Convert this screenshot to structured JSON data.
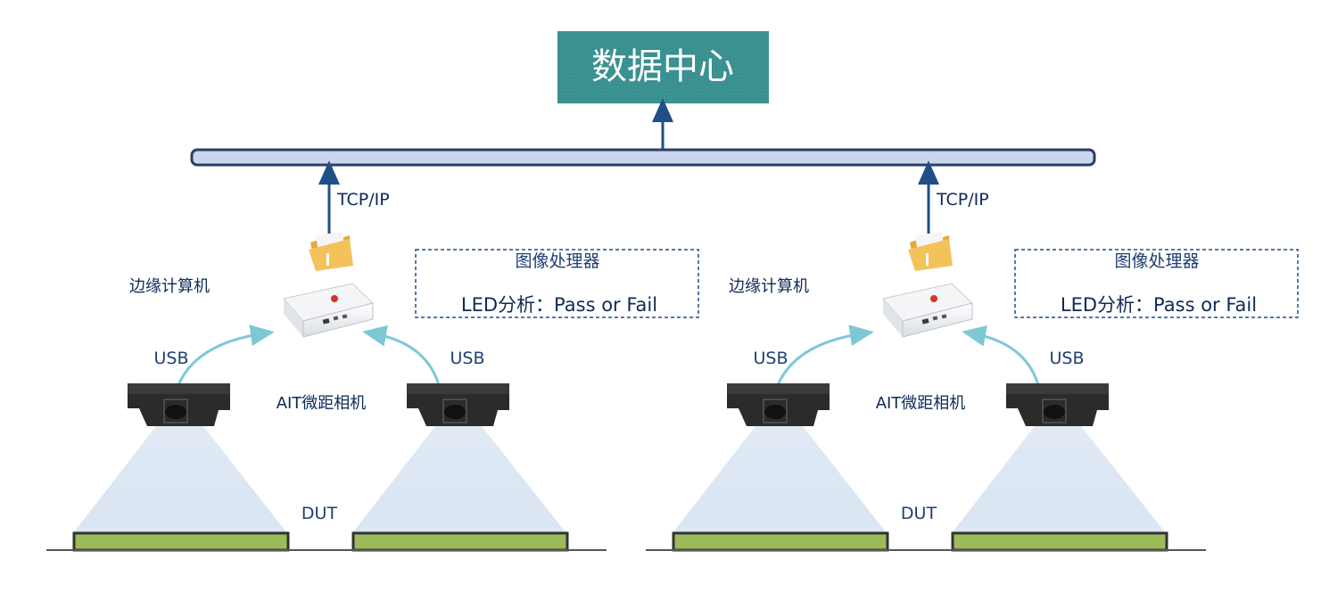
{
  "data_center": {
    "label": "数据中心",
    "color": "#3a8f8f"
  },
  "bus": {
    "color": "#c9d6ec",
    "stroke": "#2c3e66"
  },
  "groups": [
    {
      "protocol_label": "TCP/IP",
      "edge_label": "边缘计算机",
      "processor_title": "图像处理器",
      "processor_detail": "LED分析：Pass or Fail",
      "usb_left": "USB",
      "usb_right": "USB",
      "camera_label": "AIT微距相机",
      "dut_label": "DUT"
    },
    {
      "protocol_label": "TCP/IP",
      "edge_label": "边缘计算机",
      "processor_title": "图像处理器",
      "processor_detail": "LED分析：Pass or Fail",
      "usb_left": "USB",
      "usb_right": "USB",
      "camera_label": "AIT微距相机",
      "dut_label": "DUT"
    }
  ],
  "colors": {
    "arrow": "#1f4f86",
    "usb_arc": "#7ec8d6",
    "beam": "#dbe6f3",
    "dut_fill": "#9cbb5a",
    "dut_stroke": "#333333",
    "folder": "#f3c25a"
  }
}
